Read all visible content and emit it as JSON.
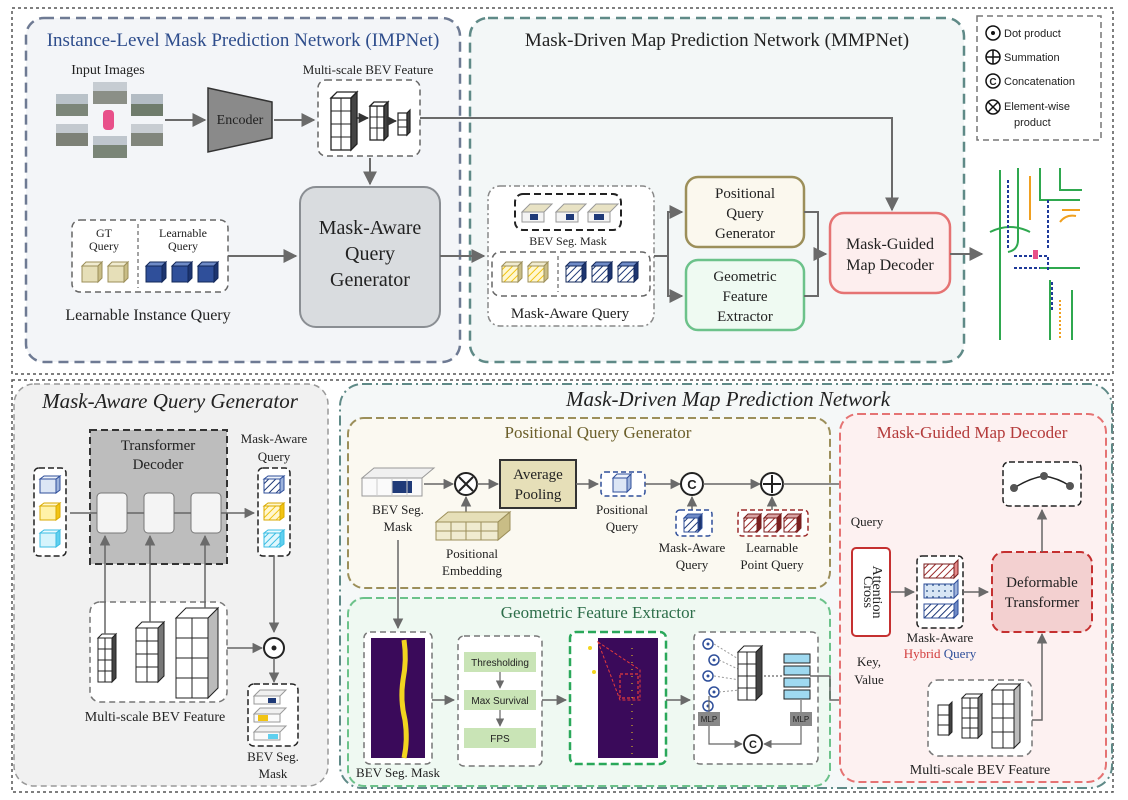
{
  "legend": {
    "dot": "Dot product",
    "sum": "Summation",
    "concat": "Concatenation",
    "elem1": "Element-wise",
    "elem2": "product",
    "concat_symbol": "C"
  },
  "top": {
    "impnet_title": "Instance-Level Mask Prediction Network (IMPNet)",
    "mmpnet_title": "Mask-Driven Map Prediction Network (MMPNet)",
    "input_images": "Input Images",
    "encoder": "Encoder",
    "bev_feature": "Multi-scale BEV Feature",
    "gt_query_1": "GT",
    "gt_query_2": "Query",
    "learn_query_1": "Learnable",
    "learn_query_2": "Query",
    "learnable_instance_query": "Learnable Instance Query",
    "maqg_1": "Mask-Aware",
    "maqg_2": "Query",
    "maqg_3": "Generator",
    "bev_seg_mask": "BEV Seg. Mask",
    "mask_aware_query": "Mask-Aware Query",
    "pqg_1": "Positional",
    "pqg_2": "Query",
    "pqg_3": "Generator",
    "gfe_1": "Geometric",
    "gfe_2": "Feature",
    "gfe_3": "Extractor",
    "mgmd_1": "Mask-Guided",
    "mgmd_2": "Map Decoder"
  },
  "left": {
    "title": "Mask-Aware Query Generator",
    "transformer_1": "Transformer",
    "transformer_2": "Decoder",
    "maq_1": "Mask-Aware",
    "maq_2": "Query",
    "bev_feature": "Multi-scale BEV Feature",
    "seg_1": "BEV Seg.",
    "seg_2": "Mask"
  },
  "right": {
    "title": "Mask-Driven Map Prediction Network",
    "pqg_title": "Positional Query Generator",
    "seg_1": "BEV Seg.",
    "seg_2": "Mask",
    "pos_emb_1": "Positional",
    "pos_emb_2": "Embedding",
    "avg_1": "Average",
    "avg_2": "Pooling",
    "posq_1": "Positional",
    "posq_2": "Query",
    "maq_1": "Mask-Aware",
    "maq_2": "Query",
    "lpq_1": "Learnable",
    "lpq_2": "Point Query",
    "gfe_title": "Geometric Feature Extractor",
    "thresholding": "Thresholding",
    "max_survival": "Max Survival",
    "fps": "FPS",
    "mlp": "MLP",
    "gfe_seg": "BEV Seg. Mask",
    "mgmd_title": "Mask-Guided Map Decoder",
    "query": "Query",
    "cross_1": "Cross",
    "cross_2": "Attention",
    "keyvalue_1": "Key,",
    "keyvalue_2": "Value",
    "hybrid_1": "Mask-Aware",
    "hybrid_2a": "Hybrid",
    "hybrid_2b": "Query",
    "deform_1": "Deformable",
    "deform_2": "Transformer",
    "bev_feature": "Multi-scale BEV Feature"
  },
  "colors": {
    "impnet_border": "#6e7a93",
    "mmpnet_border": "#5f8a87",
    "olive": "#9c8f5a",
    "green": "#6cc28a",
    "red": "#e57373",
    "navy": "#1f3a78",
    "yellow": "#f2c413",
    "cyan": "#5fd0ef"
  }
}
